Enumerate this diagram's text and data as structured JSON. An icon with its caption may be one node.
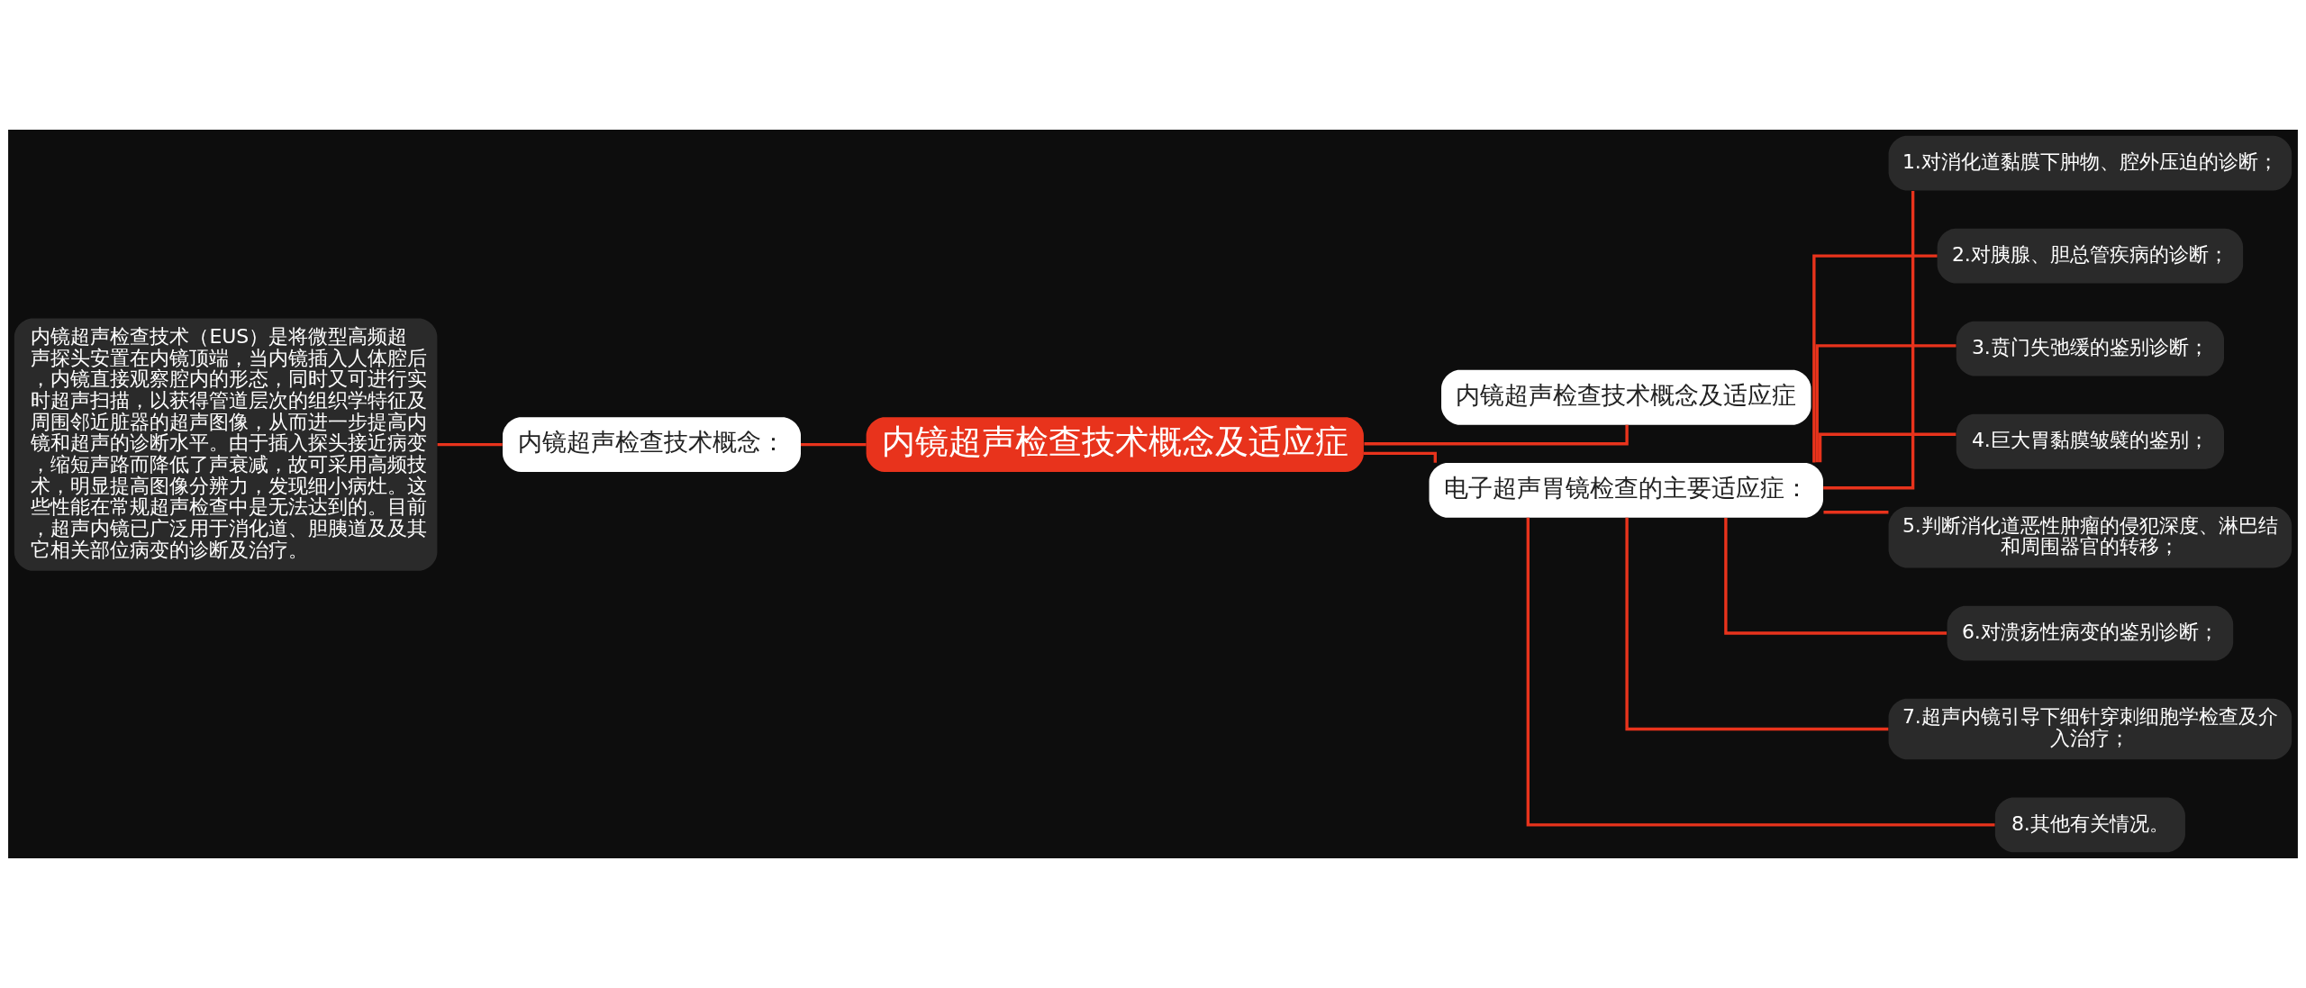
{
  "diagram": {
    "nodes": [
      {
        "text": [
          "内镜超声检查技术概念及适应症"
        ]
      },
      {
        "text": [
          "内镜超声检查技术概念："
        ]
      },
      {
        "text": [
          "内镜超声检查技术（EUS）是将微型高频超声探头安置在内镜顶端，当内镜插入人体腔后，内镜直接观察腔内的形态，同时又可进行实时超声扫描，以获得管道层次的组织学特征及周围邻近脏器的超声图像，从而进一步提高内镜和超声的诊断水平。由于插入探头接近病变，缩短声路而降低了声衰减，故可采用高频技术，明显提高图像分辨力，发现细小病灶。这些性能在常规超声检查中是无法达到的。目前，超声内镜已广泛用于消化道、胆胰道及及其它相关部位病变的诊断及治疗。"
        ]
      },
      {
        "text": [
          "内镜超声检查技术概念及适应症"
        ]
      },
      {
        "text": [
          "电子超声胃镜检查的主要适应症："
        ]
      },
      {
        "text": [
          "1.对消化道黏膜下肿物、腔外压迫的诊断；"
        ]
      },
      {
        "text": [
          "2.对胰腺、胆总管疾病的诊断；"
        ]
      },
      {
        "text": [
          "3.贲门失弛缓的鉴别诊断；"
        ]
      },
      {
        "text": [
          "4.巨大胃黏膜皱襞的鉴别；"
        ]
      },
      {
        "text": [
          "5.判断消化道恶性肿瘤的侵犯深度、淋巴结和周围器官的转移；"
        ]
      },
      {
        "text": [
          "6.对溃疡性病变的鉴别诊断；"
        ]
      },
      {
        "text": [
          "7.超声内镜引导下细针穿刺细胞学检查及介入治疗；"
        ]
      },
      {
        "text": [
          "8.其他有关情况。"
        ]
      }
    ],
    "edges": [
      {
        "from": 0,
        "to": 1,
        "arrow": "none"
      },
      {
        "from": 1,
        "to": 2,
        "arrow": "none"
      },
      {
        "from": 0,
        "to": 3,
        "arrow": "none"
      },
      {
        "from": 0,
        "to": 4,
        "arrow": "none"
      },
      {
        "from": 4,
        "to": 5,
        "arrow": "none"
      },
      {
        "from": 4,
        "to": 6,
        "arrow": "none"
      },
      {
        "from": 4,
        "to": 7,
        "arrow": "none"
      },
      {
        "from": 4,
        "to": 8,
        "arrow": "none"
      },
      {
        "from": 4,
        "to": 9,
        "arrow": "none"
      },
      {
        "from": 4,
        "to": 10,
        "arrow": "none"
      },
      {
        "from": 4,
        "to": 11,
        "arrow": "none"
      },
      {
        "from": 4,
        "to": 12,
        "arrow": "none"
      }
    ]
  }
}
